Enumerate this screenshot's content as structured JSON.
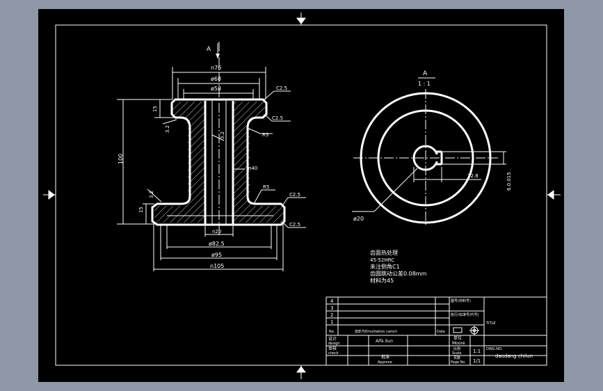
{
  "colors": {
    "background": "#8e98a6",
    "sheet": "#000000",
    "lines": "#ffffff"
  },
  "views": {
    "section_label": "A",
    "detail_label": "A",
    "detail_scale": "1 : 1"
  },
  "dims": {
    "d76": "n76",
    "d68": "ø68",
    "d58": "ø58",
    "c25a": "C2.5",
    "c25b": "C2.5",
    "c25c": "C2.5",
    "c25d": "C2.5",
    "r5a": "R5",
    "r5b": "R5",
    "h15a": "15",
    "h15b": "15",
    "r32a": "3.2",
    "r32b": "3.2",
    "r32c": "3.2",
    "h100": "100",
    "d40": "n40",
    "d20": "n20",
    "d825": "ø82.5",
    "d95": "ø95",
    "d105": "n105",
    "key": "22.8",
    "keyw": "6.0.015",
    "bore": "ø20"
  },
  "notes": [
    "齿面热处理",
    "45-52HRC",
    "未注倒角C1",
    "齿圆跳动公差0.08mm",
    "材料为45"
  ],
  "title_block": {
    "rows": [
      "4",
      "3",
      "2",
      "1"
    ],
    "no_label": "No.",
    "name_cell": "齿轮与Emuitiation cariori",
    "design_label": "设计",
    "design_en": "design",
    "check_label": "审核",
    "check_en": "check",
    "approve_label": "批准",
    "approve_en": "Approve",
    "signature": "Alfa Sun",
    "date_label": "Date",
    "scale_label": "比例",
    "scale_en": "Scale",
    "scale_value": "1:1",
    "pages_label": "页数",
    "pages_en": "Page No.",
    "pages_value": "1/1",
    "material_label": "图号(材料号)",
    "standard_label": "执行(标准号/代号)",
    "unit_label": "单位",
    "unit_en": "Moore",
    "drawing_no_label": "DWG.NO.",
    "drawing_name": "daodang chilun",
    "title_label": "TITLE"
  }
}
